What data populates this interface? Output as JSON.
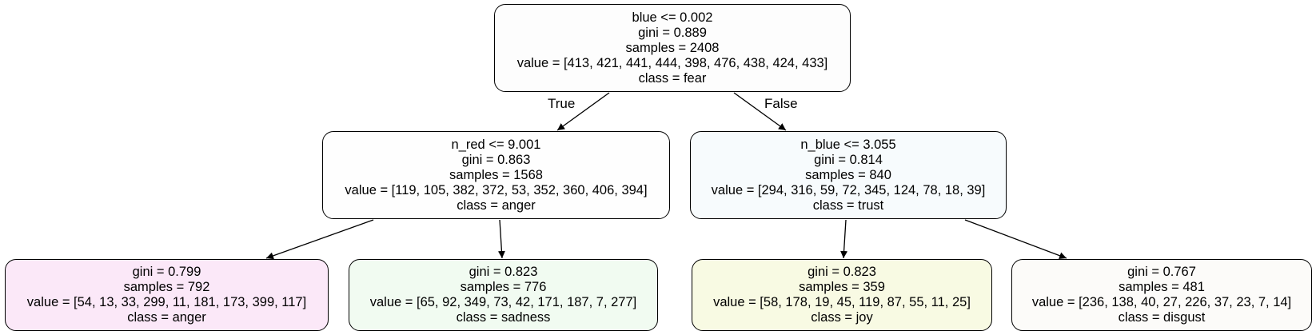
{
  "tree": {
    "edge_labels": {
      "true_label": "True",
      "false_label": "False"
    },
    "nodes": [
      {
        "id": "root",
        "split": "blue <= 0.002",
        "gini": "gini = 0.889",
        "samples": "samples = 2408",
        "value": "value = [413, 421, 441, 444, 398, 476, 438, 424, 433]",
        "class": "class = fear",
        "fill": "#fdfdfd"
      },
      {
        "id": "left",
        "split": "n_red <= 9.001",
        "gini": "gini = 0.863",
        "samples": "samples = 1568",
        "value": "value = [119, 105, 382, 372, 53, 352, 360, 406, 394]",
        "class": "class = anger",
        "fill": "#fefefe"
      },
      {
        "id": "right",
        "split": "n_blue <= 3.055",
        "gini": "gini = 0.814",
        "samples": "samples = 840",
        "value": "value = [294, 316, 59, 72, 345, 124, 78, 18, 39]",
        "class": "class = trust",
        "fill": "#f7fbfd"
      },
      {
        "id": "leaf1",
        "gini": "gini = 0.799",
        "samples": "samples = 792",
        "value": "value = [54, 13, 33, 299, 11, 181, 173, 399, 117]",
        "class": "class = anger",
        "fill": "#fbe8f8"
      },
      {
        "id": "leaf2",
        "gini": "gini = 0.823",
        "samples": "samples = 776",
        "value": "value = [65, 92, 349, 73, 42, 171, 187, 7, 277]",
        "class": "class = sadness",
        "fill": "#f1fbf1"
      },
      {
        "id": "leaf3",
        "gini": "gini = 0.823",
        "samples": "samples = 359",
        "value": "value = [58, 178, 19, 45, 119, 87, 55, 11, 25]",
        "class": "class = joy",
        "fill": "#f8fae3"
      },
      {
        "id": "leaf4",
        "gini": "gini = 0.767",
        "samples": "samples = 481",
        "value": "value = [236, 138, 40, 27, 226, 37, 23, 7, 14]",
        "class": "class = disgust",
        "fill": "#fcfbf9"
      }
    ]
  }
}
